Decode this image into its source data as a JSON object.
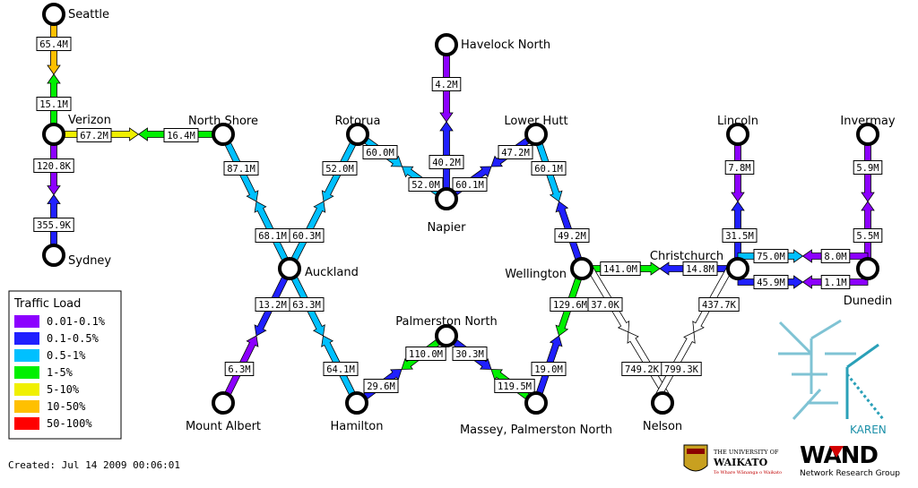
{
  "nodes": [
    {
      "id": "seattle",
      "name": "Seattle",
      "label_anchor": "start"
    },
    {
      "id": "verizon",
      "name": "Verizon",
      "label_anchor": "start"
    },
    {
      "id": "sydney",
      "name": "Sydney",
      "label_anchor": "start"
    },
    {
      "id": "northshore",
      "name": "North Shore",
      "label_anchor": "middle"
    },
    {
      "id": "rotorua",
      "name": "Rotorua",
      "label_anchor": "middle"
    },
    {
      "id": "havelock",
      "name": "Havelock North",
      "label_anchor": "start"
    },
    {
      "id": "lowerhutt",
      "name": "Lower Hutt",
      "label_anchor": "middle"
    },
    {
      "id": "napier",
      "name": "Napier",
      "label_anchor": "middle"
    },
    {
      "id": "lincoln",
      "name": "Lincoln",
      "label_anchor": "middle"
    },
    {
      "id": "invermay",
      "name": "Invermay",
      "label_anchor": "middle"
    },
    {
      "id": "auckland",
      "name": "Auckland",
      "label_anchor": "start"
    },
    {
      "id": "wellington",
      "name": "Wellington",
      "label_anchor": "end"
    },
    {
      "id": "christchurch",
      "name": "Christchurch",
      "label_anchor": "middle"
    },
    {
      "id": "dunedin",
      "name": "Dunedin",
      "label_anchor": "middle"
    },
    {
      "id": "palmerston",
      "name": "Palmerston North",
      "label_anchor": "middle"
    },
    {
      "id": "mountalbert",
      "name": "Mount Albert",
      "label_anchor": "middle"
    },
    {
      "id": "hamilton",
      "name": "Hamilton",
      "label_anchor": "middle"
    },
    {
      "id": "massey",
      "name": "Massey, Palmerston North",
      "label_anchor": "middle"
    },
    {
      "id": "nelson",
      "name": "Nelson",
      "label_anchor": "middle"
    }
  ],
  "links": [
    {
      "from": "seattle",
      "to": "verizon",
      "fwd": "65.4M",
      "fwd_level": "10-50%",
      "rev": "15.1M",
      "rev_level": "1-5%"
    },
    {
      "from": "verizon",
      "to": "northshore",
      "fwd": "67.2M",
      "fwd_level": "5-10%",
      "rev": "16.4M",
      "rev_level": "1-5%"
    },
    {
      "from": "verizon",
      "to": "sydney",
      "fwd": "120.8K",
      "fwd_level": "0.01-0.1%",
      "rev": "355.9K",
      "rev_level": "0.1-0.5%"
    },
    {
      "from": "northshore",
      "to": "auckland",
      "fwd": "87.1M",
      "fwd_level": "0.5-1%",
      "rev": "68.1M",
      "rev_level": "0.5-1%"
    },
    {
      "from": "rotorua",
      "to": "auckland",
      "fwd": "52.0M",
      "fwd_level": "0.5-1%",
      "rev": "60.3M",
      "rev_level": "0.5-1%"
    },
    {
      "from": "rotorua",
      "to": "napier",
      "fwd": "60.0M",
      "fwd_level": "0.5-1%",
      "rev": "52.0M",
      "rev_level": "0.5-1%"
    },
    {
      "from": "havelock",
      "to": "napier",
      "fwd": "4.2M",
      "fwd_level": "0.01-0.1%",
      "rev": "40.2M",
      "rev_level": "0.1-0.5%"
    },
    {
      "from": "lowerhutt",
      "to": "napier",
      "fwd": "47.2M",
      "fwd_level": "0.1-0.5%",
      "rev": "60.1M",
      "rev_level": "0.1-0.5%"
    },
    {
      "from": "lowerhutt",
      "to": "wellington",
      "fwd": "60.1M",
      "fwd_level": "0.5-1%",
      "rev": "49.2M",
      "rev_level": "0.1-0.5%"
    },
    {
      "from": "wellington",
      "to": "christchurch",
      "fwd": "141.0M",
      "fwd_level": "1-5%",
      "rev": "14.8M",
      "rev_level": "0.1-0.5%"
    },
    {
      "from": "lincoln",
      "to": "christchurch",
      "fwd": "7.8M",
      "fwd_level": "0.01-0.1%",
      "rev": "31.5M",
      "rev_level": "0.1-0.5%"
    },
    {
      "from": "invermay",
      "to": "dunedin",
      "fwd": "5.9M",
      "fwd_level": "0.01-0.1%",
      "rev": "5.5M",
      "rev_level": "0.01-0.1%"
    },
    {
      "from": "christchurch",
      "to": "dunedin",
      "fwd": "75.0M",
      "fwd_level": "0.5-1%",
      "rev": "8.0M",
      "rev_level": "0.01-0.1%"
    },
    {
      "from": "christchurch",
      "to": "dunedin",
      "fwd": "45.9M",
      "fwd_level": "0.1-0.5%",
      "rev": "1.1M",
      "rev_level": "0.01-0.1%"
    },
    {
      "from": "auckland",
      "to": "mountalbert",
      "fwd": "13.2M",
      "fwd_level": "0.1-0.5%",
      "rev": "6.3M",
      "rev_level": "0.01-0.1%"
    },
    {
      "from": "auckland",
      "to": "hamilton",
      "fwd": "63.3M",
      "fwd_level": "0.5-1%",
      "rev": "64.1M",
      "rev_level": "0.5-1%"
    },
    {
      "from": "hamilton",
      "to": "palmerston",
      "fwd": "29.6M",
      "fwd_level": "0.1-0.5%",
      "rev": "110.0M",
      "rev_level": "1-5%"
    },
    {
      "from": "palmerston",
      "to": "massey",
      "fwd": "30.3M",
      "fwd_level": "0.1-0.5%",
      "rev": "119.5M",
      "rev_level": "1-5%"
    },
    {
      "from": "wellington",
      "to": "massey",
      "fwd": "129.6M",
      "fwd_level": "1-5%",
      "rev": "19.0M",
      "rev_level": "0.1-0.5%"
    },
    {
      "from": "wellington",
      "to": "nelson",
      "fwd": "37.0K",
      "fwd_level": "0%",
      "rev": "749.2K",
      "rev_level": "0%"
    },
    {
      "from": "christchurch",
      "to": "nelson",
      "fwd": "437.7K",
      "fwd_level": "0%",
      "rev": "799.3K",
      "rev_level": "0%"
    }
  ],
  "legend": {
    "title": "Traffic Load",
    "items": [
      {
        "label": "0.01-0.1%",
        "color": "#8c00ff"
      },
      {
        "label": "0.1-0.5%",
        "color": "#2020ff"
      },
      {
        "label": "0.5-1%",
        "color": "#00c0ff"
      },
      {
        "label": "1-5%",
        "color": "#00f000"
      },
      {
        "label": "5-10%",
        "color": "#f0f000"
      },
      {
        "label": "10-50%",
        "color": "#ffc000"
      },
      {
        "label": "50-100%",
        "color": "#ff0000"
      }
    ]
  },
  "level_colors": {
    "0%": "#ffffff",
    "0.01-0.1%": "#8c00ff",
    "0.1-0.5%": "#2020ff",
    "0.5-1%": "#00c0ff",
    "1-5%": "#00f000",
    "5-10%": "#f0f000",
    "10-50%": "#ffc000",
    "50-100%": "#ff0000"
  },
  "created": "Created: Jul 14 2009 00:06:01",
  "karen_logo": {
    "text": "KAREN",
    "color": "#1a8fa8"
  },
  "waikato_logo": {
    "line1": "THE UNIVERSITY OF",
    "line2": "WAIKATO",
    "line3": "Te Whare Wānanga o Waikato"
  },
  "wand_logo": {
    "text": "WAND",
    "subtitle": "Network Research Group"
  }
}
